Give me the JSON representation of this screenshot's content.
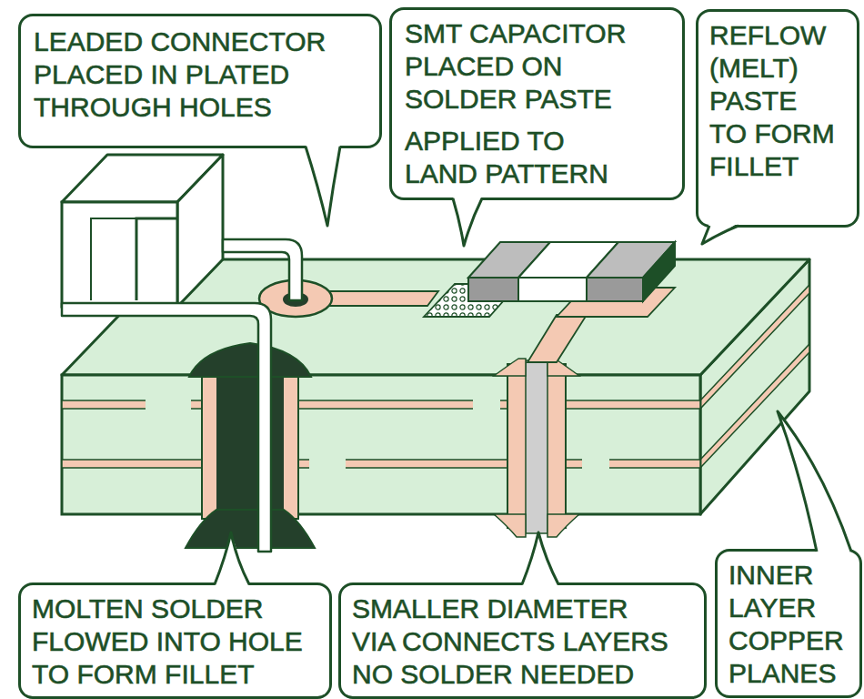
{
  "diagram": {
    "nodes": [
      {
        "text": [
          "LEADED CONNECTOR PLACED IN PLATED THROUGH HOLES"
        ]
      },
      {
        "text": [
          "SMT CAPACITOR PLACED ON SOLDER PASTE",
          "APPLIED TO LAND PATTERN"
        ]
      },
      {
        "text": [
          "REFLOW (MELT) PASTE TO FORM FILLET"
        ]
      },
      {
        "text": [
          "MOLTEN SOLDER FLOWED INTO HOLE TO FORM FILLET"
        ]
      },
      {
        "text": [
          "SMALLER DIAMETER VIA CONNECTS LAYERS NO SOLDER NEEDED"
        ]
      },
      {
        "text": [
          "INNER LAYER COPPER PLANES"
        ]
      }
    ]
  }
}
